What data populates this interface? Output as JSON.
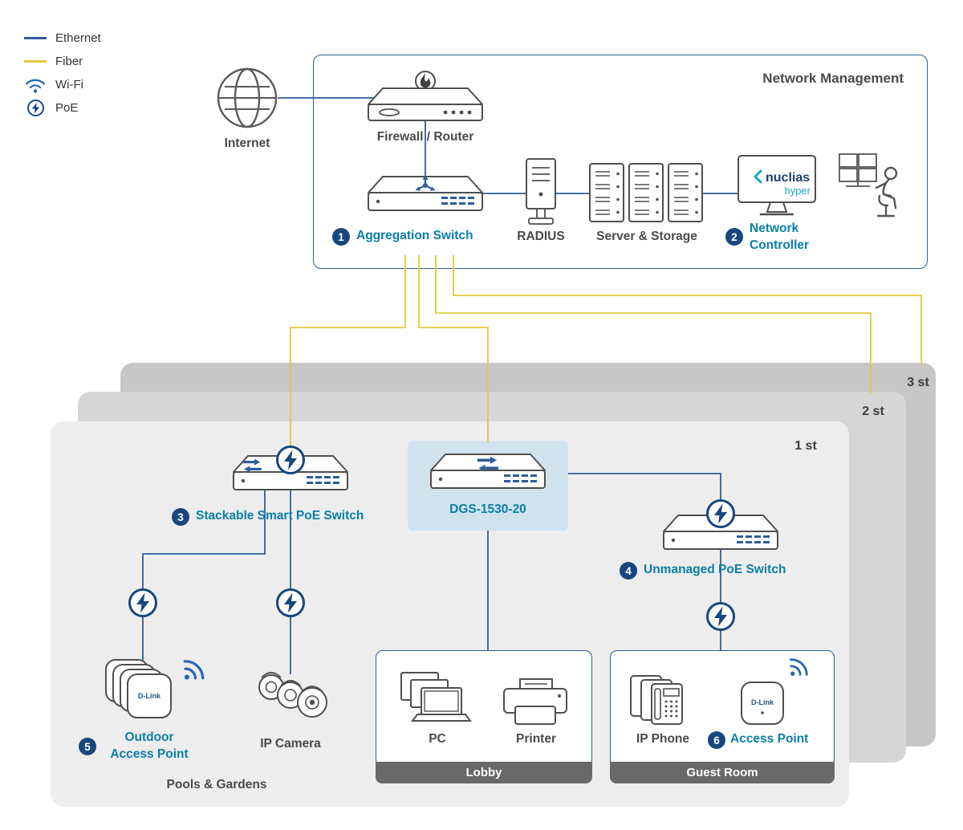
{
  "colors": {
    "ethernet": "#2c5d9c",
    "fiber": "#e3c93e",
    "label_teal": "#0a7fa6",
    "badge_navy": "#17477e",
    "floor1_gray": "#ededed",
    "floor2_gray": "#d6d6d6",
    "floor3_gray": "#c6c6c6",
    "dgs_highlight": "#cfe2ee"
  },
  "legend": {
    "ethernet": "Ethernet",
    "fiber": "Fiber",
    "wifi": "Wi-Fi",
    "poe": "PoE"
  },
  "management": {
    "title": "Network Management",
    "internet": "Internet",
    "firewall": "Firewall / Router",
    "aggregation_number": "1",
    "aggregation": "Aggregation Switch",
    "radius": "RADIUS",
    "servers": "Server & Storage",
    "controller_number": "2",
    "controller_line1": "Network",
    "controller_line2": "Controller",
    "nuclias_brand": "nuclias",
    "nuclias_sub": "hyper"
  },
  "floors": {
    "f3": "3 st",
    "f2": "2 st",
    "f1": "1 st"
  },
  "floor1": {
    "stackable_number": "3",
    "stackable": "Stackable Smart PoE Switch",
    "dgs": "DGS-1530-20",
    "unmanaged_number": "4",
    "unmanaged": "Unmanaged PoE Switch",
    "outdoor_number": "5",
    "outdoor_line1": "Outdoor",
    "outdoor_line2": "Access Point",
    "camera": "IP Camera",
    "lobby_title": "Lobby",
    "pc": "PC",
    "printer": "Printer",
    "guest_title": "Guest Room",
    "phone": "IP Phone",
    "ap_number": "6",
    "ap": "Access Point",
    "area": "Pools & Gardens"
  },
  "brand": {
    "dlink": "D-Link"
  }
}
